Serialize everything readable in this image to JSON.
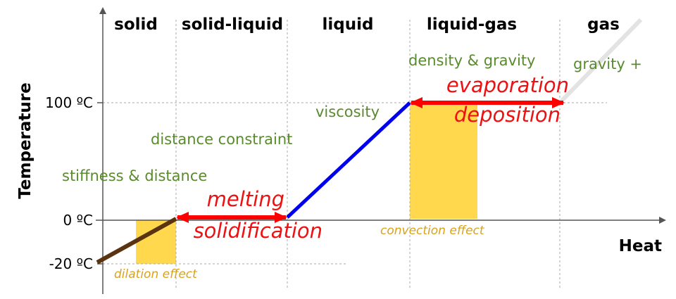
{
  "phases": {
    "solid": "solid",
    "solid_liquid": "solid-liquid",
    "liquid": "liquid",
    "liquid_gas": "liquid-gas",
    "gas": "gas"
  },
  "axes": {
    "y_title": "Temperature",
    "x_title": "Heat",
    "ticks": {
      "t100": "100 ºC",
      "t0": "0 ºC",
      "tm20": "-20 ºC"
    }
  },
  "forces": {
    "stiffness": "stiffness & distance",
    "distance": "distance constraint",
    "viscosity": "viscosity",
    "density": "density & gravity",
    "gravity": "gravity +"
  },
  "transitions": {
    "melting": "melting",
    "solidification": "solidification",
    "evaporation": "evaporation",
    "deposition": "deposition"
  },
  "effects": {
    "dilation": "dilation effect",
    "convection": "convection effect"
  },
  "colors": {
    "solid_line": "#5a3410",
    "liquid_line": "#0000ee",
    "gas_line": "#e3e3e3",
    "transition_arrow": "#ff0000",
    "effect_fill": "#ffd84d",
    "force_text": "#5a8a2e",
    "effect_text": "#d9a21b"
  }
}
